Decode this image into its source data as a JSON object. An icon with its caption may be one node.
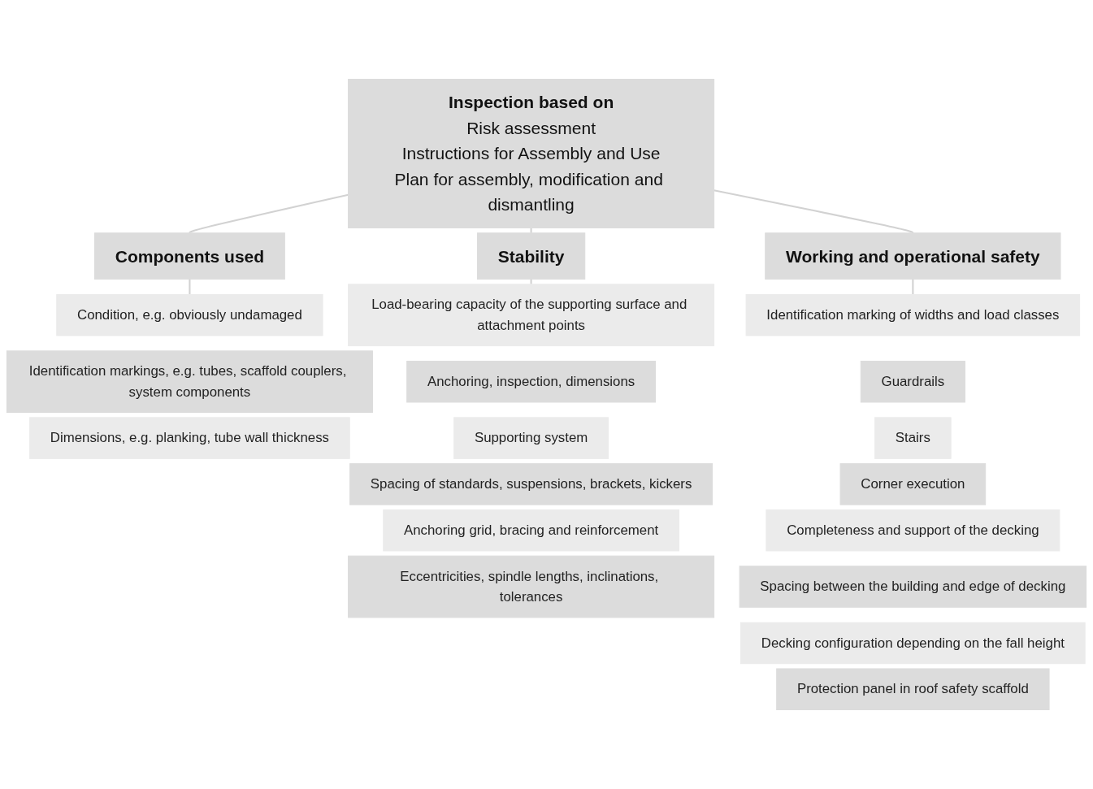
{
  "diagram": {
    "nodes": [
      {
        "text": [
          "Inspection based on",
          "Risk assessment",
          "Instructions for Assembly and Use",
          "Plan for assembly, modification and dismantling"
        ]
      },
      {
        "text": [
          "Components used"
        ]
      },
      {
        "text": [
          "Condition, e.g. obviously undamaged"
        ]
      },
      {
        "text": [
          "Identification markings, e.g. tubes, scaffold couplers, system components"
        ]
      },
      {
        "text": [
          "Dimensions, e.g. planking, tube wall thickness"
        ]
      },
      {
        "text": [
          "Stability"
        ]
      },
      {
        "text": [
          "Load-bearing capacity of the supporting surface and attachment points"
        ]
      },
      {
        "text": [
          "Anchoring, inspection, dimensions"
        ]
      },
      {
        "text": [
          "Supporting system"
        ]
      },
      {
        "text": [
          "Spacing of standards, suspensions, brackets, kickers"
        ]
      },
      {
        "text": [
          "Anchoring grid, bracing and reinforcement"
        ]
      },
      {
        "text": [
          "Eccentricities, spindle lengths, inclinations, tolerances"
        ]
      },
      {
        "text": [
          "Working and operational safety"
        ]
      },
      {
        "text": [
          "Identification marking of widths and load classes"
        ]
      },
      {
        "text": [
          "Guardrails"
        ]
      },
      {
        "text": [
          "Stairs"
        ]
      },
      {
        "text": [
          "Corner execution"
        ]
      },
      {
        "text": [
          "Completeness and support of the decking"
        ]
      },
      {
        "text": [
          "Spacing between the building and edge of decking"
        ]
      },
      {
        "text": [
          "Decking configuration depending on the fall height"
        ]
      },
      {
        "text": [
          "Protection panel in roof safety scaffold"
        ]
      }
    ],
    "edges": [
      {
        "from": 0,
        "to": 1,
        "arrow": "none"
      },
      {
        "from": 0,
        "to": 5,
        "arrow": "none"
      },
      {
        "from": 0,
        "to": 12,
        "arrow": "none"
      },
      {
        "from": 1,
        "to": 2,
        "arrow": "none"
      },
      {
        "from": 5,
        "to": 6,
        "arrow": "none"
      },
      {
        "from": 12,
        "to": 13,
        "arrow": "none"
      }
    ]
  }
}
